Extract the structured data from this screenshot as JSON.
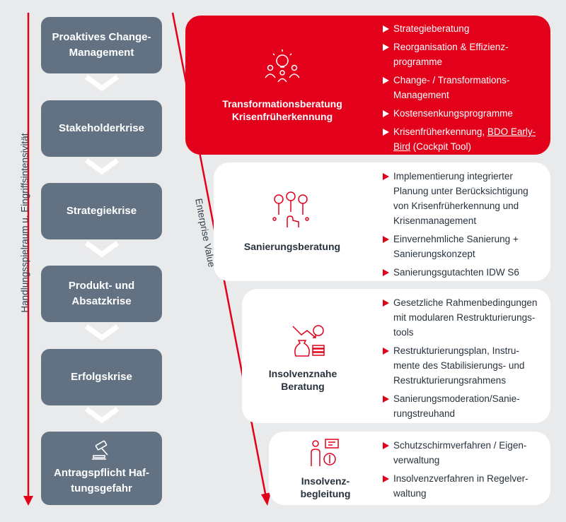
{
  "left_axis_label": "Handlungsspielraum u. Eingriffsintensivität",
  "diag_axis_label": "Enterprise Value",
  "stages": [
    {
      "lines": [
        "Proaktives Change-",
        "Management"
      ]
    },
    {
      "lines": [
        "Stakeholderkrise"
      ]
    },
    {
      "lines": [
        "Strategiekrise"
      ]
    },
    {
      "lines": [
        "Produkt- und",
        "Absatzkrise"
      ]
    },
    {
      "lines": [
        "Erfolgskrise"
      ]
    },
    {
      "lines": [
        "Antragspflicht Haf-",
        "tungsgefahr"
      ],
      "icon": "gavel-icon"
    }
  ],
  "cards": [
    {
      "title": [
        "Transformationsberatung",
        "Krisenfrüherkennung"
      ],
      "icon": "lightbulb-team-icon",
      "bullets": [
        [
          "Strategieberatung"
        ],
        [
          "Reorganisation & Effizienz-",
          "programme"
        ],
        [
          "Change- / Transformations-",
          "Management"
        ],
        [
          "Kostensenkungsprogramme"
        ],
        [
          "Krisenfrüherkennung, "
        ]
      ],
      "link_text": "BDO Early-",
      "link_text_2": "Bird",
      "link_suffix": " (Cockpit Tool)"
    },
    {
      "title": [
        "Sanierungsberatung"
      ],
      "icon": "network-hand-icon",
      "bullets": [
        [
          "Implementierung integrierter",
          "Planung unter Berücksichtigung",
          "von Krisenfrüherkennung und",
          "Krisenmanagement"
        ],
        [
          "Einvernehmliche Sanierung +",
          "Sanierungskonzept"
        ],
        [
          "Sanierungsgutachten IDW S6"
        ]
      ]
    },
    {
      "title": [
        "Insolvenznahe",
        "Beratung"
      ],
      "icon": "money-decline-icon",
      "bullets": [
        [
          "Gesetzliche Rahmenbedingungen",
          "mit modularen Restrukturierungs-",
          "tools"
        ],
        [
          "Restrukturierungsplan, Instru-",
          "mente des Stabilisierungs- und",
          "Restrukturierungsrahmens"
        ],
        [
          "Sanierungsmoderation/Sanie-",
          "rungstreuhand"
        ]
      ]
    },
    {
      "title": [
        "Insolvenz-",
        "begleitung"
      ],
      "icon": "person-presentation-icon",
      "bullets": [
        [
          "Schutzschirmverfahren / Eigen-",
          "verwaltung"
        ],
        [
          "Insolvenzverfahren in Regelver-",
          "waltung"
        ]
      ]
    }
  ],
  "colors": {
    "accent": "#e2001a",
    "stage": "#637283",
    "background": "#e9eaec"
  }
}
